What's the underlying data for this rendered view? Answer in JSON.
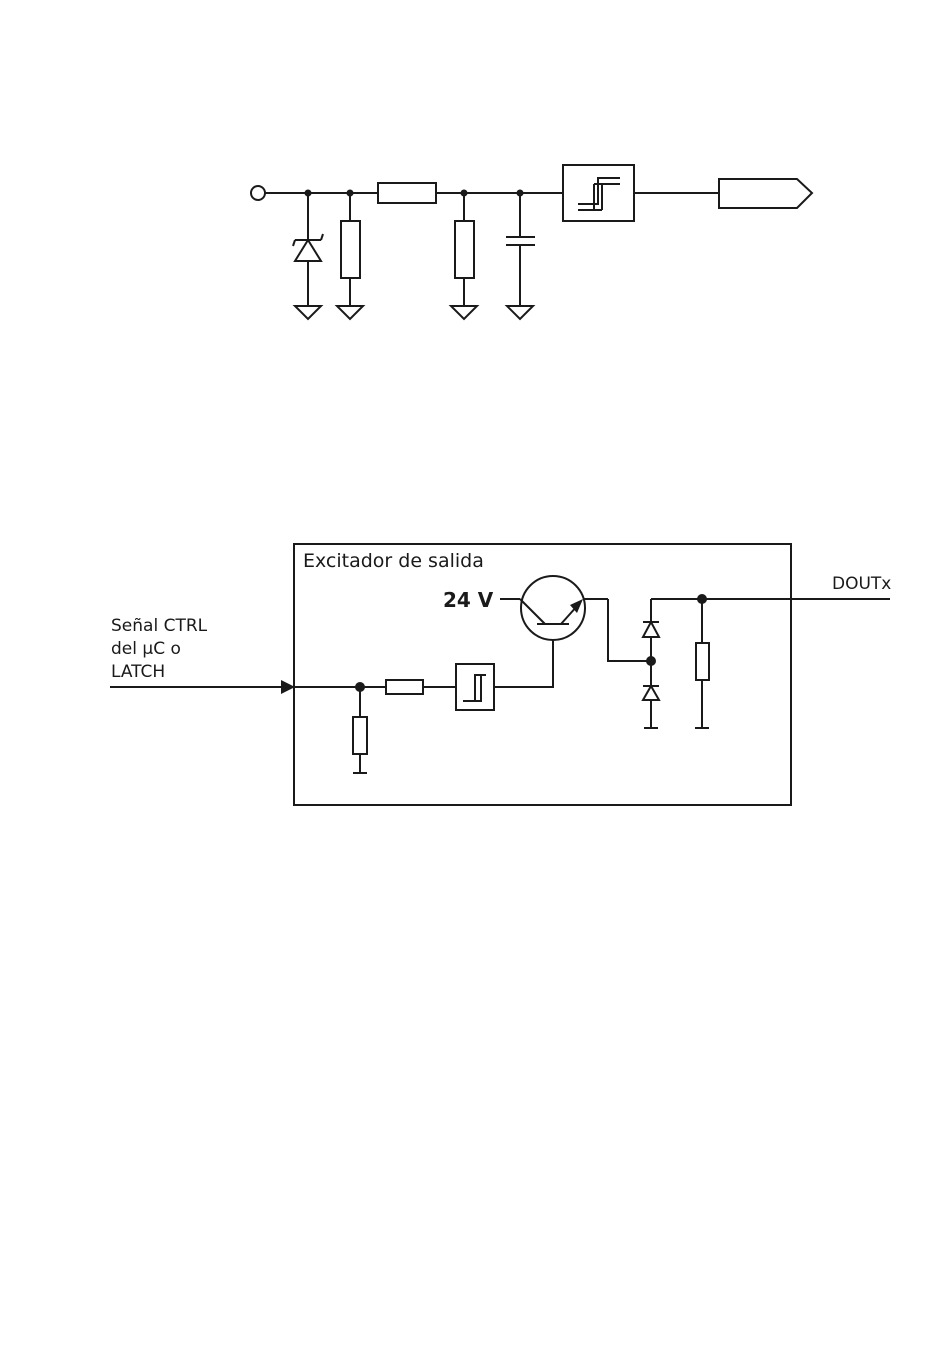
{
  "diagram_top": {},
  "diagram_bottom": {
    "box_title": "Excitador de salida",
    "supply_label": "24 V",
    "output_label": "DOUTx",
    "input_label_lines": [
      "Señal CTRL",
      "del µC o",
      "LATCH"
    ]
  }
}
